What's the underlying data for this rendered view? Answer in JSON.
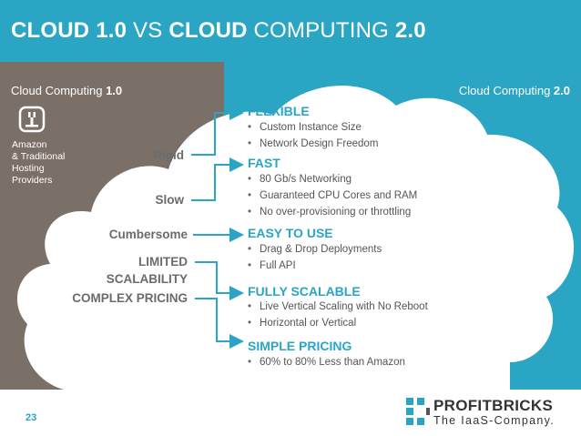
{
  "header": {
    "title_part1": "CLOUD 1.0",
    "title_part2": " VS ",
    "title_part3": "CLOUD",
    "title_part4": " COMPUTING ",
    "title_part5": "2.0"
  },
  "left": {
    "label_prefix": "Cloud Computing ",
    "label_version": "1.0",
    "provider_lines": [
      "Amazon",
      "& Traditional",
      "Hosting",
      "Providers"
    ]
  },
  "right": {
    "label_prefix": "Cloud Computing ",
    "label_version": "2.0"
  },
  "cons": [
    "Rigid",
    "Slow",
    "Cumbersome",
    "LIMITED",
    "SCALABILITY",
    "COMPLEX PRICING"
  ],
  "features": [
    {
      "title": "FLEXIBLE",
      "bullets": [
        "Custom Instance Size",
        "Network Design Freedom"
      ]
    },
    {
      "title": "FAST",
      "bullets": [
        "80 Gb/s Networking",
        "Guaranteed CPU Cores and RAM",
        "No over-provisioning or throttling"
      ]
    },
    {
      "title": "EASY TO USE",
      "bullets": [
        "Drag & Drop Deployments",
        "Full API"
      ]
    },
    {
      "title": "FULLY SCALABLE",
      "bullets": [
        "Live Vertical Scaling with No Reboot",
        "Horizontal or Vertical"
      ]
    },
    {
      "title": "SIMPLE PRICING",
      "bullets": [
        "60% to 80% Less than Amazon"
      ]
    }
  ],
  "footer": {
    "page_number": "23",
    "logo_text": "PROFITBRICKS",
    "logo_tagline": "The IaaS-Company."
  },
  "colors": {
    "accent": "#2aa5c4",
    "left_panel": "#7b7068",
    "con_text": "#6b6b6b",
    "arrow": "#2aa5c4"
  }
}
